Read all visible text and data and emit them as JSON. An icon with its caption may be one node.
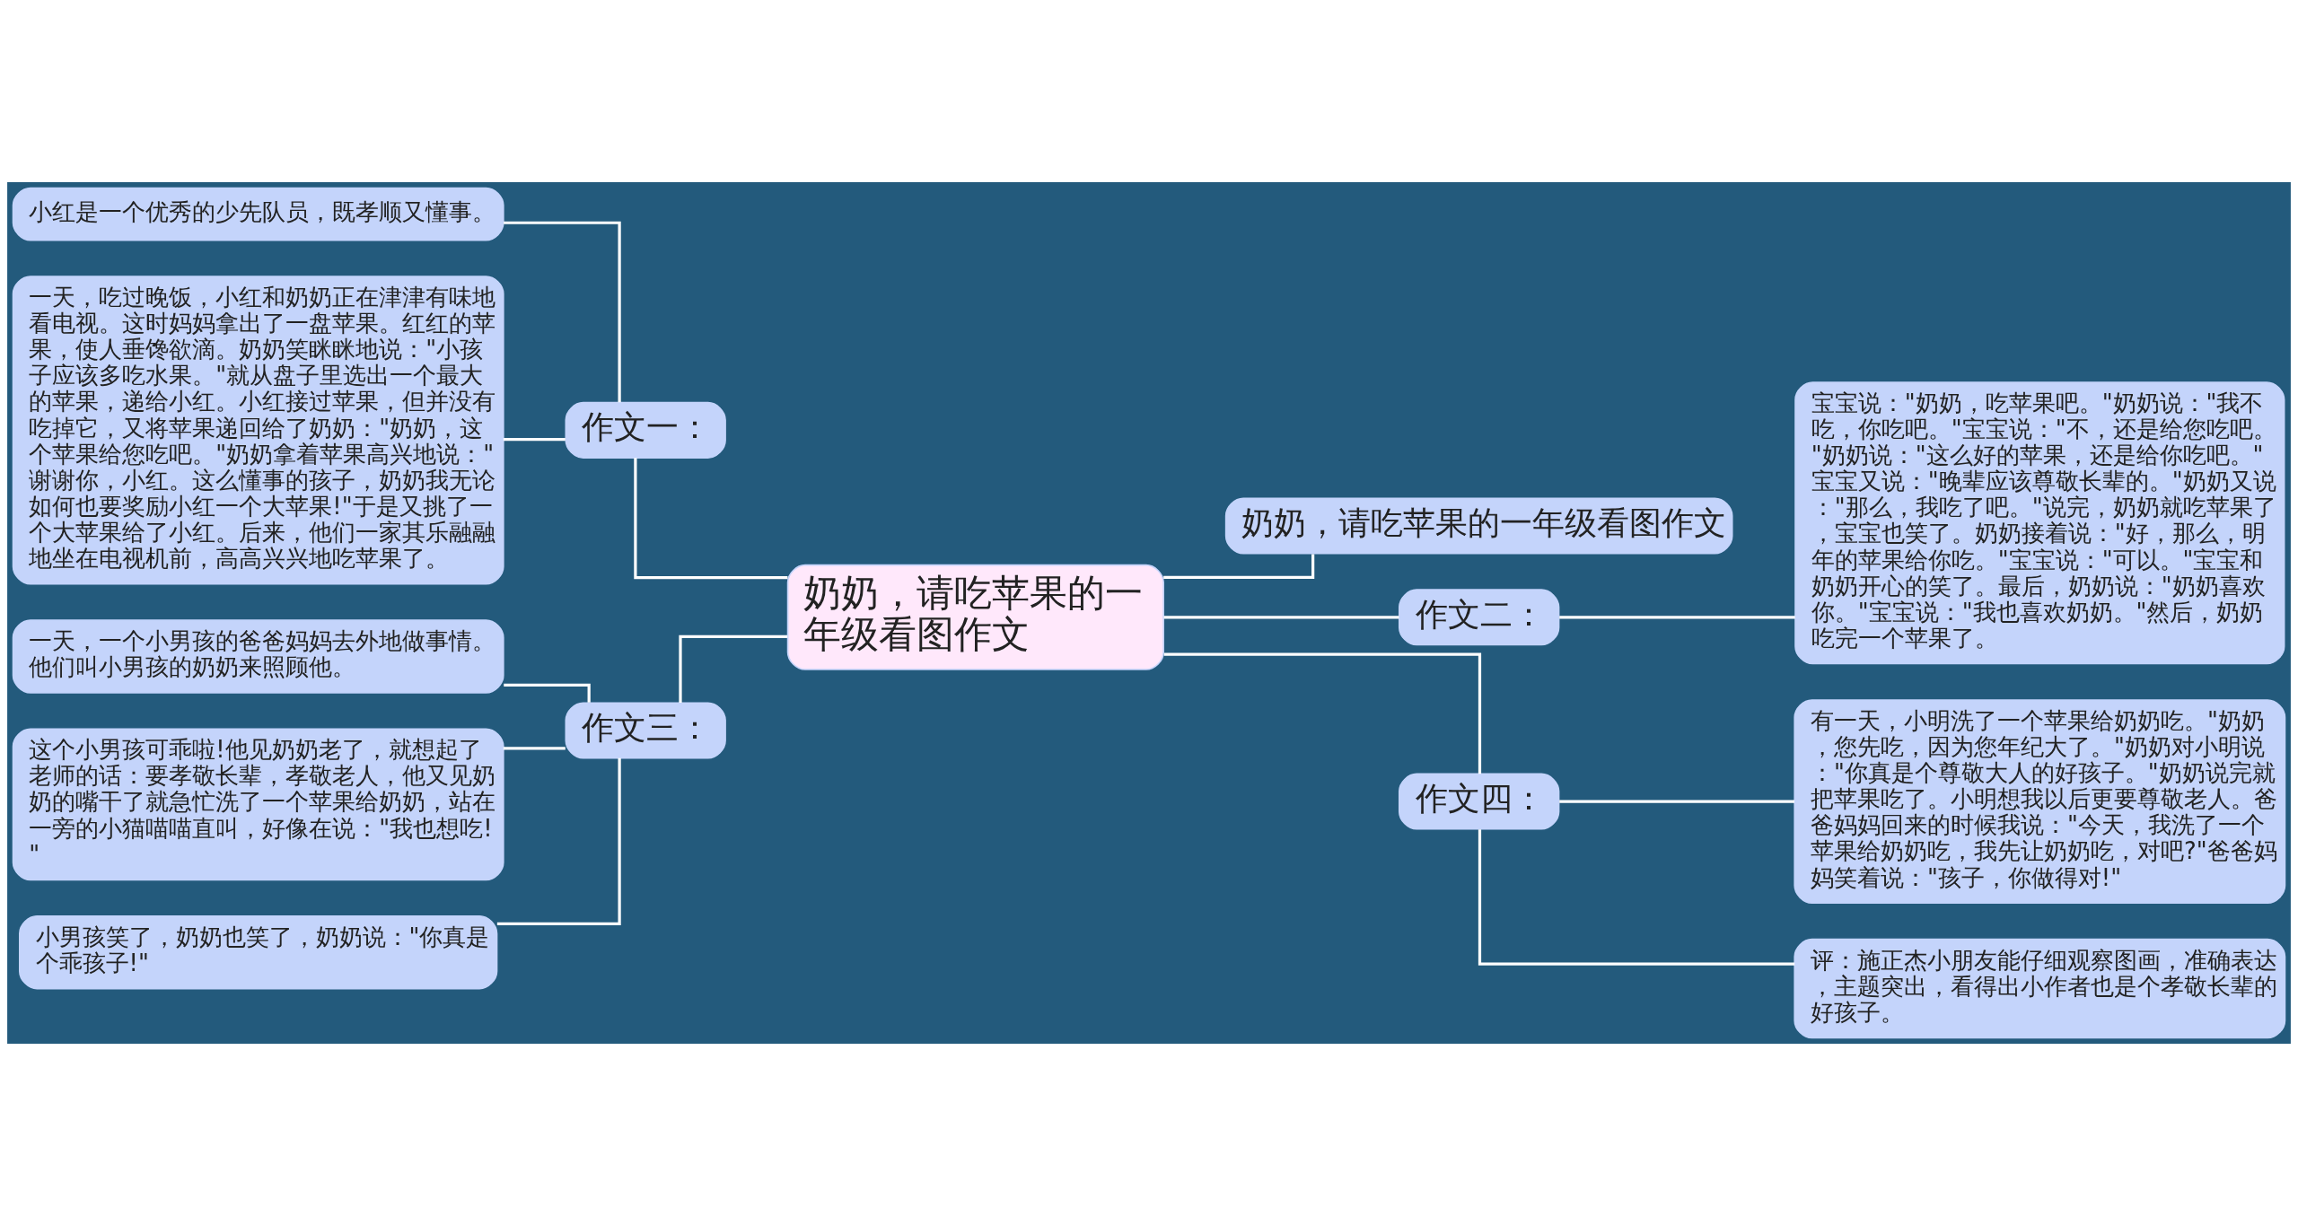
{
  "diagram": {
    "nodes": [
      {
        "text": [
          "奶奶，请吃苹果的一年级看图作文"
        ]
      },
      {
        "text": [
          "作文一："
        ]
      },
      {
        "text": [
          "小红是一个优秀的少先队员，既孝顺又懂事。"
        ]
      },
      {
        "text": [
          "一天，吃过晚饭，小红和奶奶正在津津有味地看电视。这时妈妈拿出了一盘苹果。红红的苹果，使人垂馋欲滴。奶奶笑眯眯地说：\"小孩子应该多吃水果。\"就从盘子里选出一个最大的苹果，递给小红。小红接过苹果，但并没有吃掉它，又将苹果递回给了奶奶：\"奶奶，这个苹果给您吃吧。\"奶奶拿着苹果高兴地说：\"谢谢你，小红。这么懂事的孩子，奶奶我无论如何也要奖励小红一个大苹果!\"于是又挑了一个大苹果给了小红。后来，他们一家其乐融融地坐在电视机前，高高兴兴地吃苹果了。"
        ]
      },
      {
        "text": [
          "作文三："
        ]
      },
      {
        "text": [
          "一天，一个小男孩的爸爸妈妈去外地做事情。他们叫小男孩的奶奶来照顾他。"
        ]
      },
      {
        "text": [
          "这个小男孩可乖啦!他见奶奶老了，就想起了老师的话：要孝敬长辈，孝敬老人，他又见奶奶的嘴干了就急忙洗了一个苹果给奶奶，站在一旁的小猫喵喵直叫，好像在说：\"我也想吃!\""
        ]
      },
      {
        "text": [
          "小男孩笑了，奶奶也笑了，奶奶说：\"你真是个乖孩子!\""
        ]
      },
      {
        "text": [
          "奶奶，请吃苹果的一年级看图作文"
        ]
      },
      {
        "text": [
          "作文二："
        ]
      },
      {
        "text": [
          "宝宝说：\"奶奶，吃苹果吧。\"奶奶说：\"我不吃，你吃吧。\"宝宝说：\"不，还是给您吃吧。\"奶奶说：\"这么好的苹果，还是给你吃吧。\"宝宝又说：\"晚辈应该尊敬长辈的。\"奶奶又说：\"那么，我吃了吧。\"说完，奶奶就吃苹果了，宝宝也笑了。奶奶接着说：\"好，那么，明年的苹果给你吃。\"宝宝说：\"可以。\"宝宝和奶奶开心的笑了。最后，奶奶说：\"奶奶喜欢你。\"宝宝说：\"我也喜欢奶奶。\"然后，奶奶吃完一个苹果了。"
        ]
      },
      {
        "text": [
          "作文四："
        ]
      },
      {
        "text": [
          "有一天，小明洗了一个苹果给奶奶吃。\"奶奶，您先吃，因为您年纪大了。\"奶奶对小明说：\"你真是个尊敬大人的好孩子。\"奶奶说完就把苹果吃了。小明想我以后更要尊敬老人。爸爸妈妈回来的时候我说：\"今天，我洗了一个苹果给奶奶吃，我先让奶奶吃，对吧?\"爸爸妈妈笑着说：\"孩子，你做得对!\""
        ]
      },
      {
        "text": [
          "评：施正杰小朋友能仔细观察图画，准确表达，主题突出，看得出小作者也是个孝敬长辈的好孩子。"
        ]
      }
    ],
    "edges": [
      {
        "from": 0,
        "to": 1,
        "arrow": "none"
      },
      {
        "from": 1,
        "to": 2,
        "arrow": "none"
      },
      {
        "from": 1,
        "to": 3,
        "arrow": "none"
      },
      {
        "from": 0,
        "to": 4,
        "arrow": "none"
      },
      {
        "from": 4,
        "to": 5,
        "arrow": "none"
      },
      {
        "from": 4,
        "to": 6,
        "arrow": "none"
      },
      {
        "from": 4,
        "to": 7,
        "arrow": "none"
      },
      {
        "from": 0,
        "to": 8,
        "arrow": "none"
      },
      {
        "from": 0,
        "to": 9,
        "arrow": "none"
      },
      {
        "from": 9,
        "to": 10,
        "arrow": "none"
      },
      {
        "from": 0,
        "to": 11,
        "arrow": "none"
      },
      {
        "from": 11,
        "to": 12,
        "arrow": "none"
      },
      {
        "from": 11,
        "to": 13,
        "arrow": "none"
      }
    ]
  }
}
